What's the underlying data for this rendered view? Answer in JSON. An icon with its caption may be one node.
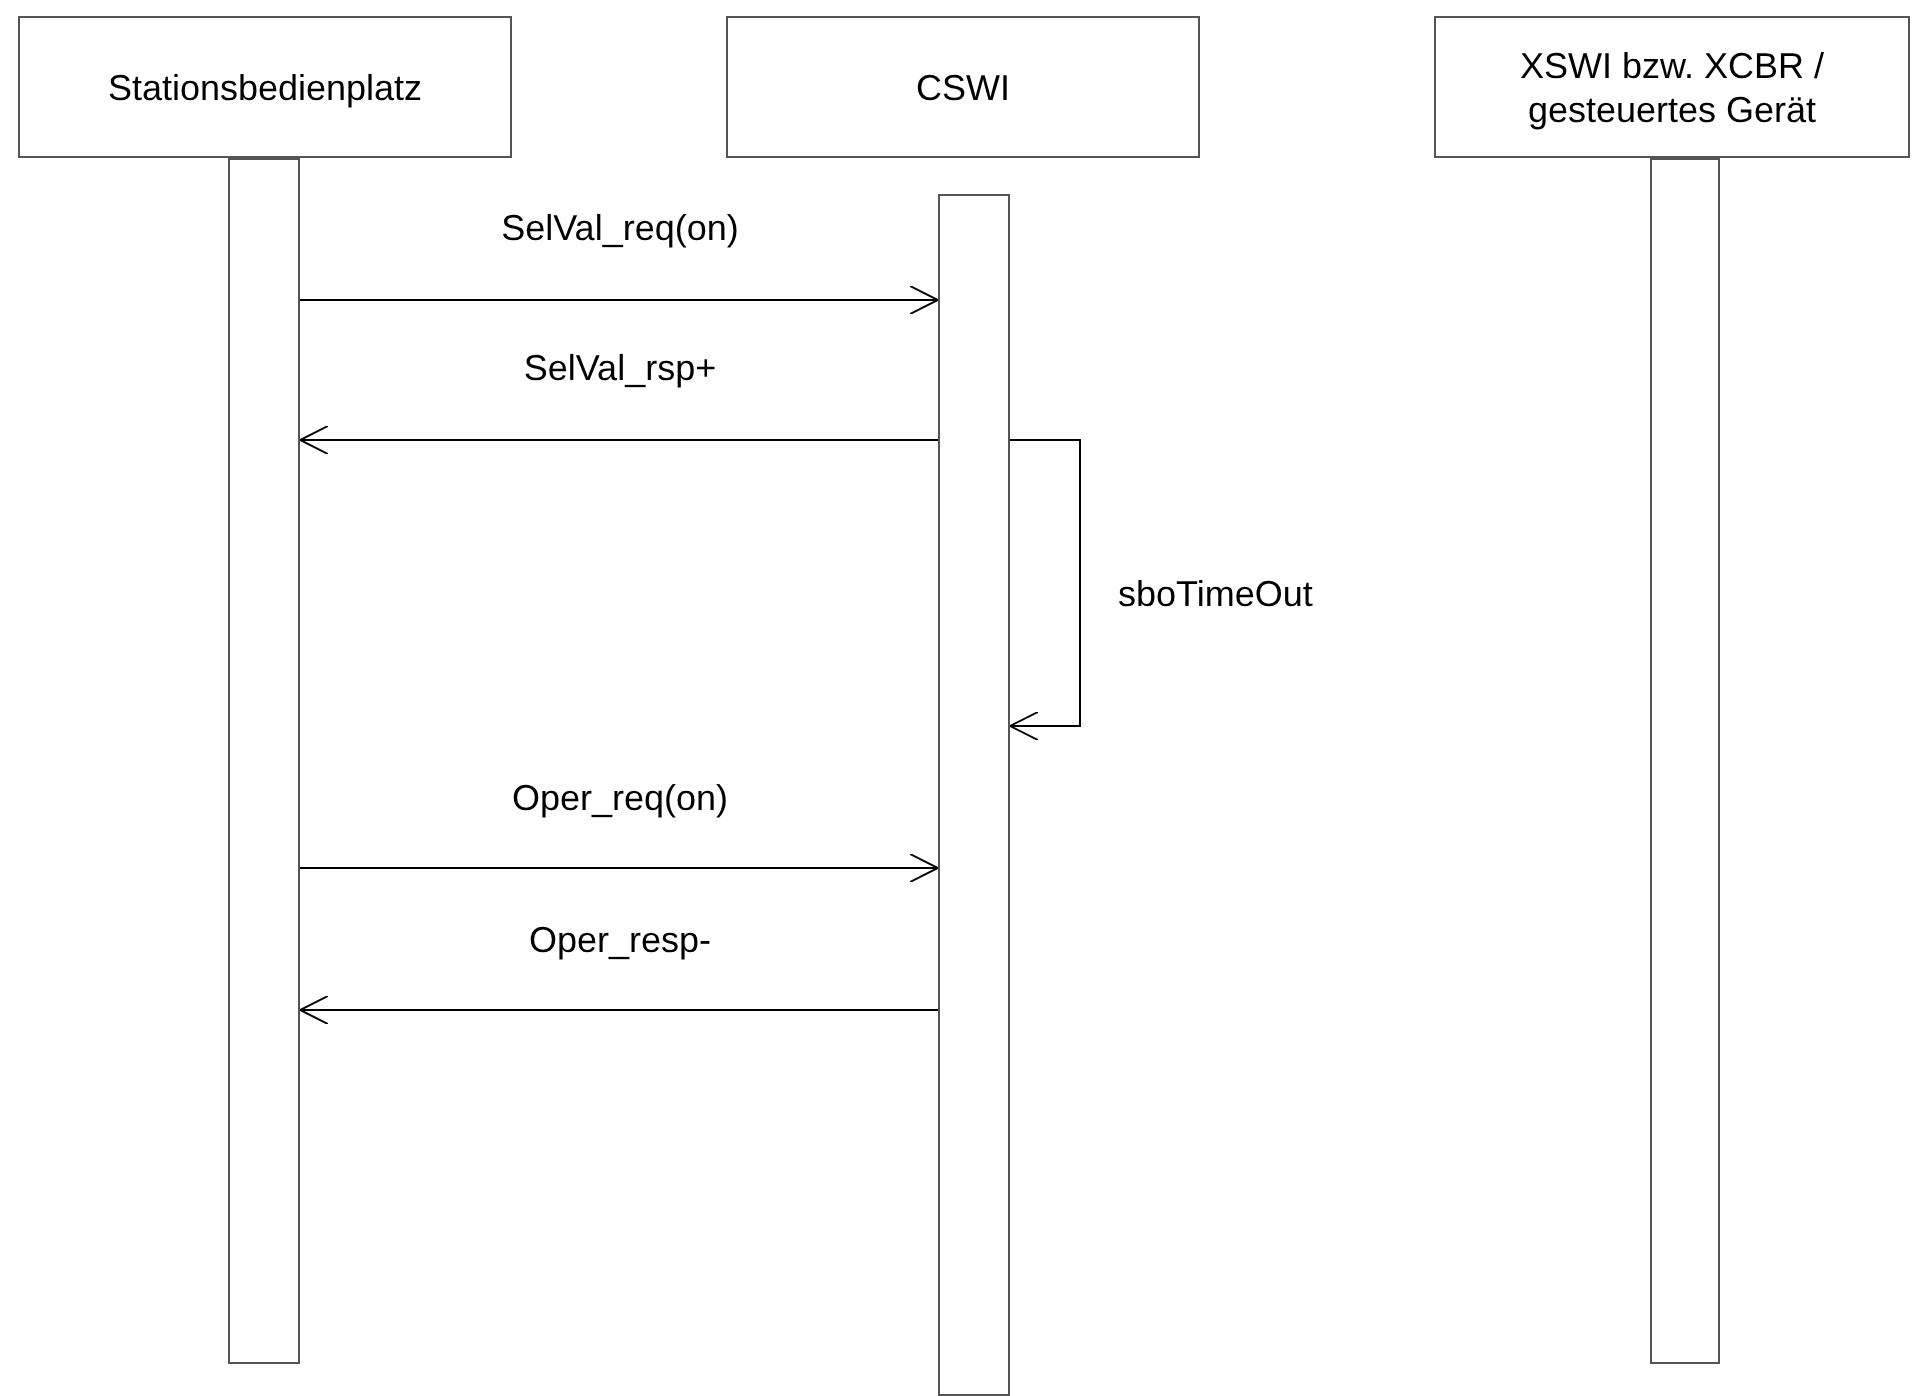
{
  "diagram": {
    "nodes": [
      {
        "text": [
          "Stationsbedienplatz"
        ]
      },
      {
        "text": [
          "CSWI"
        ]
      },
      {
        "text": [
          "XSWI bzw. XCBR / gesteuertes Gerät"
        ]
      },
      {
        "text": [],
        "shape": "bar"
      },
      {
        "text": [],
        "shape": "bar"
      },
      {
        "text": [],
        "shape": "bar"
      }
    ],
    "edges": [
      {
        "from": 3,
        "to": 4,
        "arrow": "to",
        "label": "SelVal_req(on)"
      },
      {
        "from": 4,
        "to": 3,
        "arrow": "to",
        "label": "SelVal_rsp+"
      },
      {
        "from": 4,
        "to": 4,
        "arrow": "to",
        "label": "sboTimeOut"
      },
      {
        "from": 3,
        "to": 4,
        "arrow": "to",
        "label": "Oper_req(on)"
      },
      {
        "from": 4,
        "to": 3,
        "arrow": "to",
        "label": "Oper_resp-"
      }
    ]
  }
}
